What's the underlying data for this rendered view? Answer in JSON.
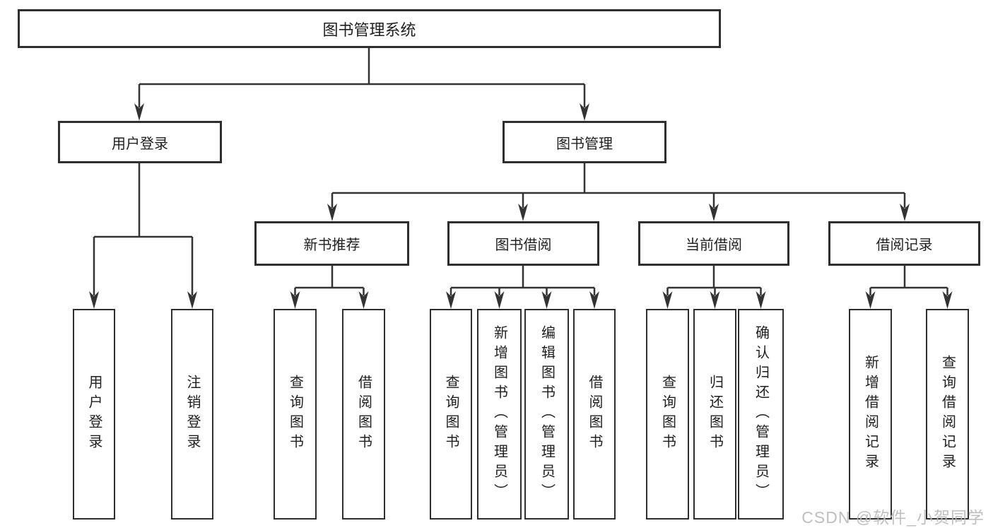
{
  "diagram": {
    "title": "图书管理系统",
    "level2": [
      {
        "label": "用户登录"
      },
      {
        "label": "图书管理"
      }
    ],
    "level3": [
      {
        "label": "新书推荐",
        "parent": "图书管理"
      },
      {
        "label": "图书借阅",
        "parent": "图书管理"
      },
      {
        "label": "当前借阅",
        "parent": "图书管理"
      },
      {
        "label": "借阅记录",
        "parent": "图书管理"
      }
    ],
    "leaves": [
      {
        "label": "用户登录",
        "parent": "用户登录"
      },
      {
        "label": "注销登录",
        "parent": "用户登录"
      },
      {
        "label": "查询图书",
        "parent": "新书推荐"
      },
      {
        "label": "借阅图书",
        "parent": "新书推荐"
      },
      {
        "label": "查询图书",
        "parent": "图书借阅"
      },
      {
        "label": "新增图书（管理员）",
        "parent": "图书借阅"
      },
      {
        "label": "编辑图书（管理员）",
        "parent": "图书借阅"
      },
      {
        "label": "借阅图书",
        "parent": "图书借阅"
      },
      {
        "label": "查询图书",
        "parent": "当前借阅"
      },
      {
        "label": "归还图书",
        "parent": "当前借阅"
      },
      {
        "label": "确认归还（管理员）",
        "parent": "当前借阅"
      },
      {
        "label": "新增借阅记录",
        "parent": "借阅记录"
      },
      {
        "label": "查询借阅记录",
        "parent": "借阅记录"
      }
    ]
  },
  "watermark": "CSDN @软件_小贺同学",
  "colors": {
    "line": "#333333",
    "box_border": "#2e2e2e",
    "text": "#1f1f1f",
    "watermark_text": "#b9b9b9",
    "background": "#ffffff"
  }
}
